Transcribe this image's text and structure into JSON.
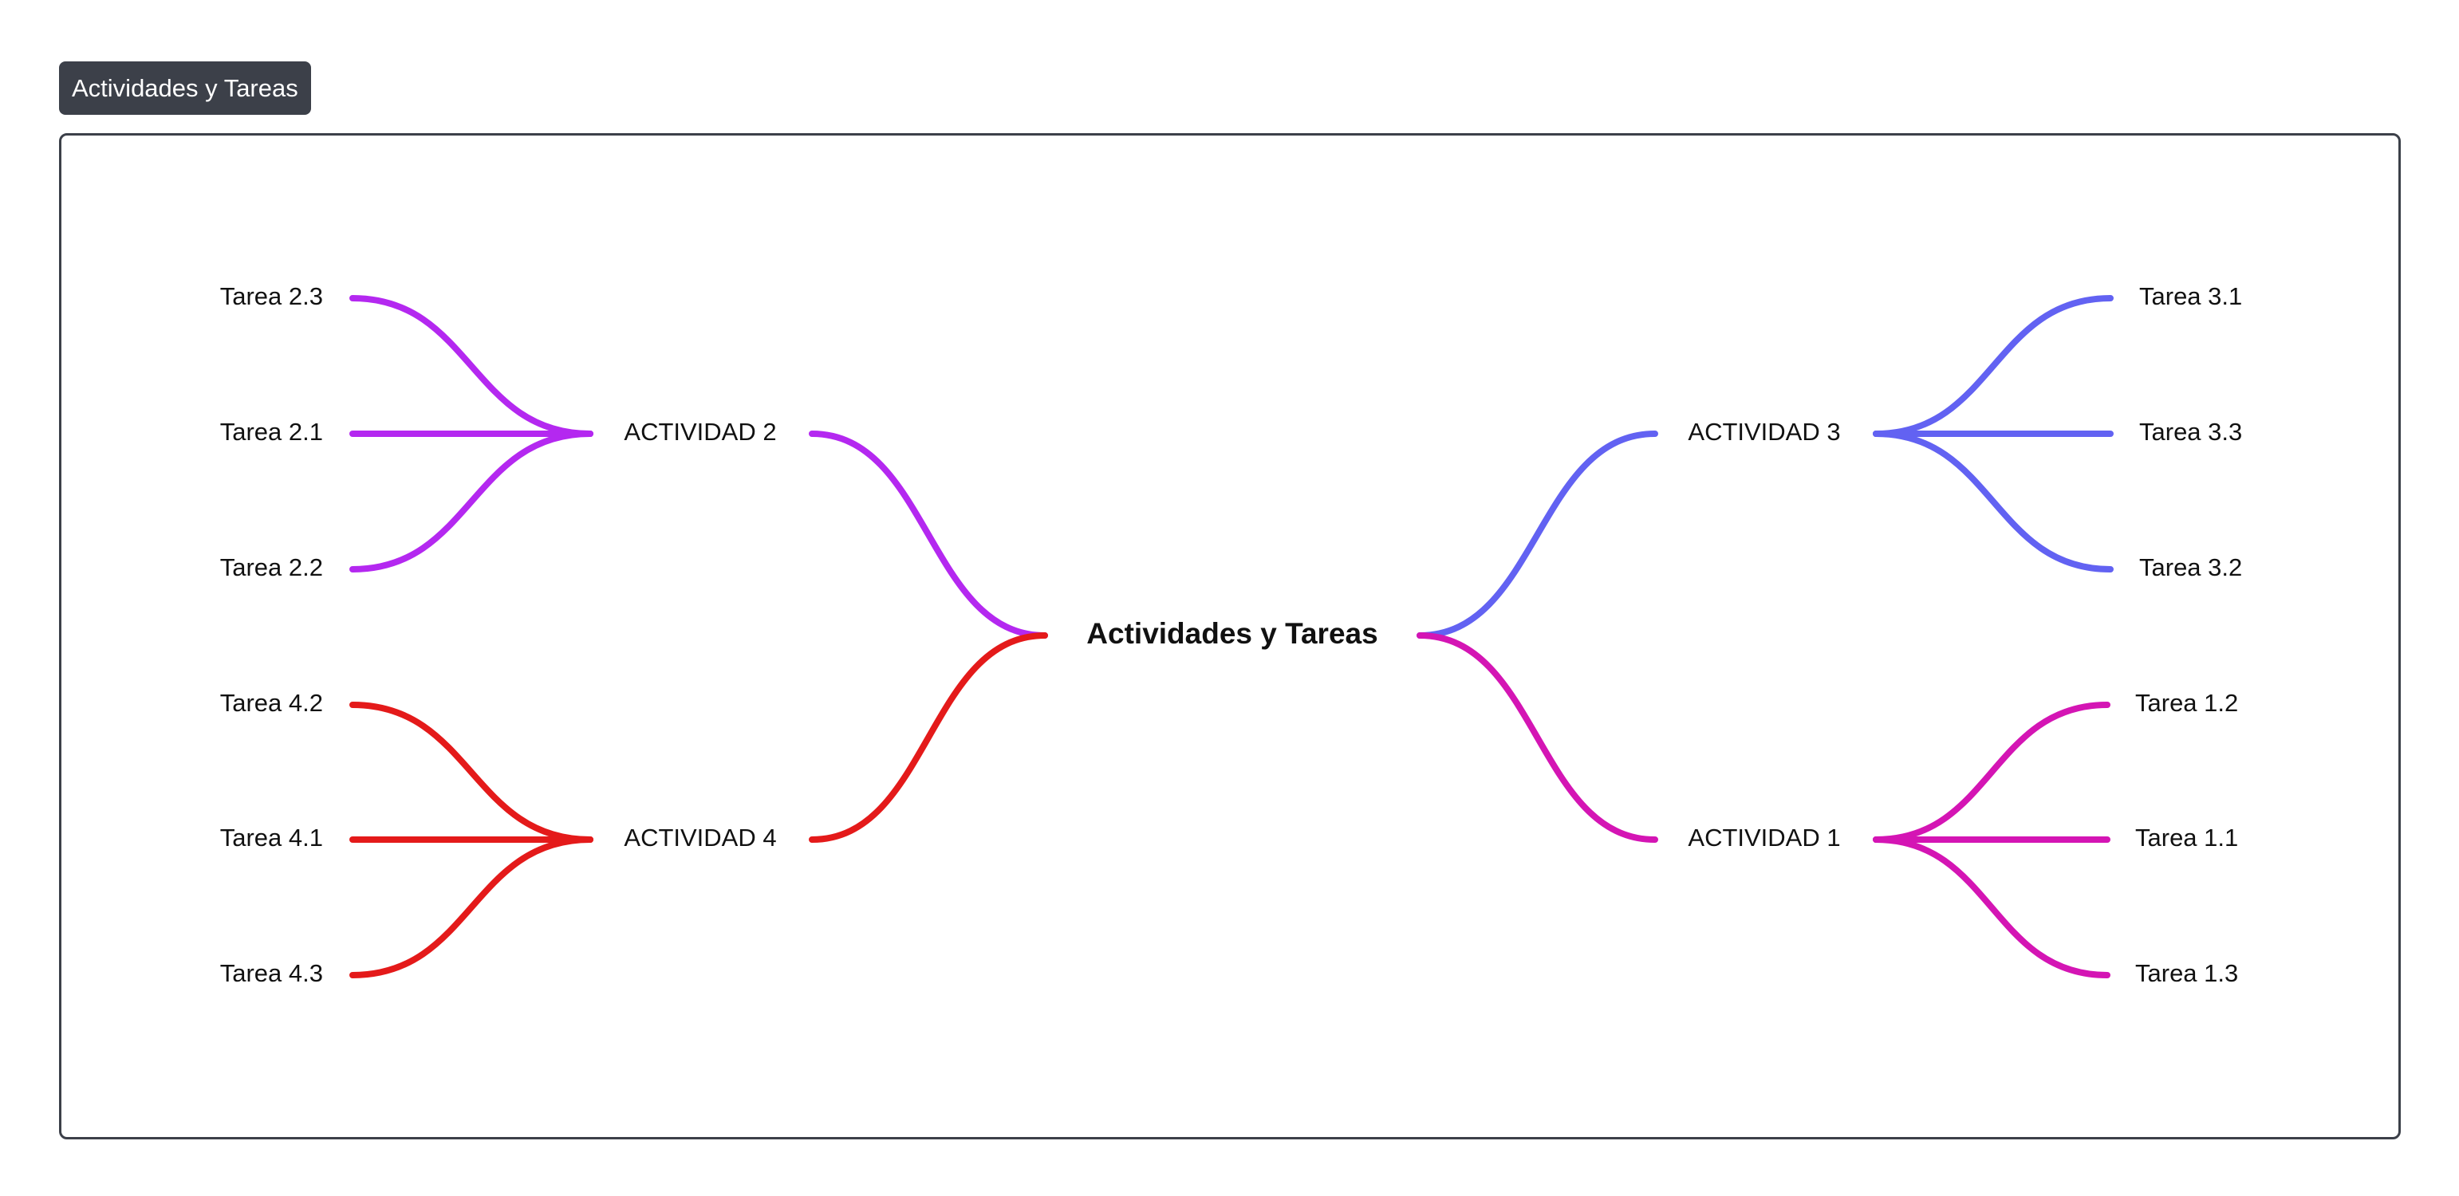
{
  "tab": {
    "label": "Actividades y Tareas"
  },
  "mindmap": {
    "root": "Actividades y Tareas",
    "branches": [
      {
        "label": "ACTIVIDAD 2",
        "color": "#b428f0",
        "tasks": [
          "Tarea 2.3",
          "Tarea 2.1",
          "Tarea 2.2"
        ]
      },
      {
        "label": "ACTIVIDAD 4",
        "color": "#e41a1a",
        "tasks": [
          "Tarea 4.2",
          "Tarea 4.1",
          "Tarea 4.3"
        ]
      },
      {
        "label": "ACTIVIDAD 3",
        "color": "#6262f2",
        "tasks": [
          "Tarea 3.1",
          "Tarea 3.3",
          "Tarea 3.2"
        ]
      },
      {
        "label": "ACTIVIDAD 1",
        "color": "#d415b4",
        "tasks": [
          "Tarea 1.2",
          "Tarea 1.1",
          "Tarea 1.3"
        ]
      }
    ]
  }
}
